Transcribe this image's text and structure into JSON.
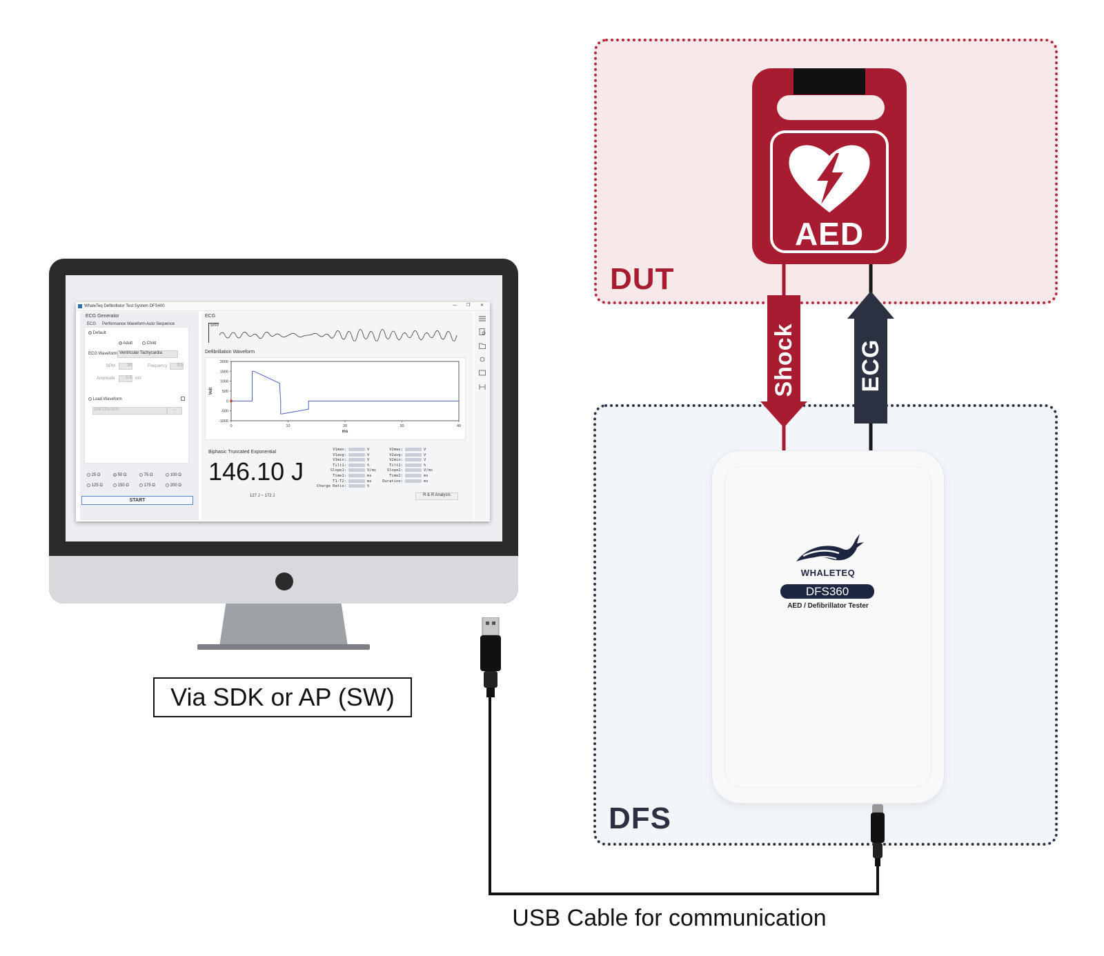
{
  "groups": {
    "dut_label": "DUT",
    "dfs_label": "DFS"
  },
  "aed": {
    "label": "AED"
  },
  "arrows": {
    "shock_label": "Shock",
    "ecg_label": "ECG"
  },
  "device": {
    "brand": "WHALETEQ",
    "model": "DFS360",
    "subtitle": "AED / Defibrillator Tester"
  },
  "captions": {
    "software": "Via SDK or AP (SW)",
    "usb": "USB Cable for communication"
  },
  "app": {
    "window_title": "WhaleTeq Defibrillator Test System DFS400",
    "window_controls": [
      "—",
      "❐",
      "✕"
    ],
    "ecg_generator_title": "ECG Generator",
    "tabs": [
      "ECG",
      "Performance Waveform",
      "Auto Sequence"
    ],
    "default_label": "Default",
    "adult_label": "Adult",
    "child_label": "Child",
    "ecg_waveform_label": "ECG Waveform",
    "ecg_waveform_value": "Ventricular Tachycardia",
    "bpm_label": "BPM",
    "bpm_value": "30",
    "frequency_label": "Frequency",
    "frequency_value": "0.5",
    "amplitude_label": "Amplitude",
    "amplitude_value": "0.5",
    "amplitude_unit": "mV",
    "load_waveform_label": "Load Waveform",
    "load_waveform_value": "pde-Dfsi.fxml",
    "browse_label": "...",
    "loads": [
      "25 Ω",
      "50 Ω",
      "75 Ω",
      "100 Ω",
      "125 Ω",
      "150 Ω",
      "175 Ω",
      "200 Ω"
    ],
    "selected_load": "50 Ω",
    "start_label": "START",
    "ecg_panel_title": "ECG",
    "ecg_scale_label": "5mV",
    "defib_panel_title": "Defibrillation Waveform",
    "waveform_type": "Biphasic Truncated Exponential",
    "energy_value": "146.10 J",
    "energy_range": "127 J ~ 172 J",
    "rr_button": "R & R Analysis",
    "stats_left": [
      {
        "label": "V1max:",
        "unit": "V"
      },
      {
        "label": "V1avg:",
        "unit": "V"
      },
      {
        "label": "V1min:",
        "unit": "V"
      },
      {
        "label": "Tilt1:",
        "unit": "%"
      },
      {
        "label": "Slope1:",
        "unit": "V/ms"
      },
      {
        "label": "Time1:",
        "unit": "ms"
      },
      {
        "label": "T1-T2:",
        "unit": "ms"
      },
      {
        "label": "Charge Ratio:",
        "unit": "%"
      }
    ],
    "stats_right": [
      {
        "label": "V2max:",
        "unit": "V"
      },
      {
        "label": "V2avg:",
        "unit": "V"
      },
      {
        "label": "V2min:",
        "unit": "V"
      },
      {
        "label": "Tilt2:",
        "unit": "%"
      },
      {
        "label": "Slope2:",
        "unit": "V/ms"
      },
      {
        "label": "Time2:",
        "unit": "ms"
      },
      {
        "label": "Duration:",
        "unit": "ms"
      }
    ],
    "sidebar_icons": [
      "menu-icon",
      "report-icon",
      "folder-icon",
      "settings-icon",
      "export-icon",
      "tool-icon"
    ],
    "colors": {
      "accent": "#5b89c8",
      "waveform": "#4a5fc1"
    }
  },
  "chart_data": {
    "type": "line",
    "title": "Defibrillation Waveform",
    "xlabel": "ms",
    "ylabel": "Volt",
    "xlim": [
      0,
      40
    ],
    "ylim": [
      -1000,
      2000
    ],
    "x_ticks": [
      "0",
      "10",
      "20",
      "30",
      "40"
    ],
    "y_ticks": [
      "2000",
      "1500",
      "1000",
      "500",
      "0",
      "-500",
      "-1000"
    ],
    "grid": false,
    "series": [
      {
        "x": [
          0,
          3.7,
          3.7,
          4.0,
          8.5,
          8.7,
          8.7,
          9.0,
          13.5,
          13.6,
          13.6,
          40
        ],
        "y": [
          0,
          0,
          1500,
          1500,
          900,
          0,
          -650,
          -650,
          -420,
          -420,
          0,
          0
        ]
      }
    ]
  },
  "colors": {
    "dut_red": "#a71c30",
    "dut_bg": "#f7e8ea",
    "dfs_navy": "#2b3140",
    "dfs_bg": "#f2f5f9",
    "brand_navy": "#1d2640"
  }
}
